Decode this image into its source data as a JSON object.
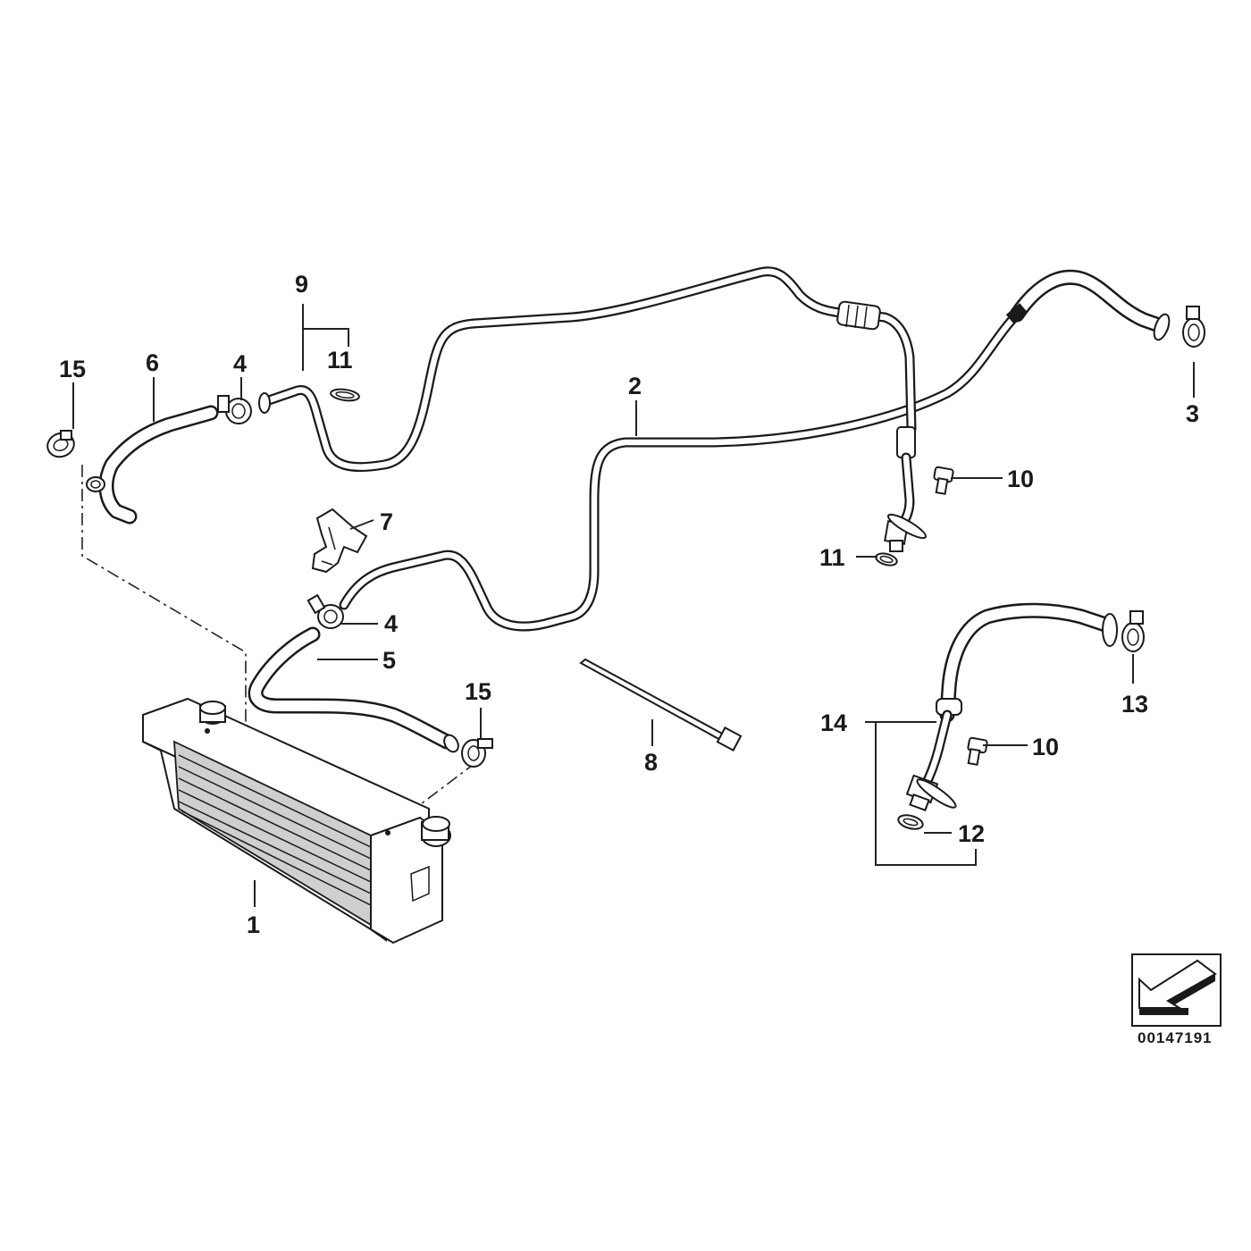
{
  "callouts": {
    "c1": "1",
    "c2": "2",
    "c3": "3",
    "c4a": "4",
    "c4b": "4",
    "c5": "5",
    "c6": "6",
    "c7": "7",
    "c8": "8",
    "c9": "9",
    "c10a": "10",
    "c10b": "10",
    "c11a": "11",
    "c11b": "11",
    "c12": "12",
    "c13": "13",
    "c14": "14",
    "c15a": "15",
    "c15b": "15"
  },
  "diagram_number": "00147191",
  "icons": {
    "direction": "front-direction-arrow-icon"
  }
}
